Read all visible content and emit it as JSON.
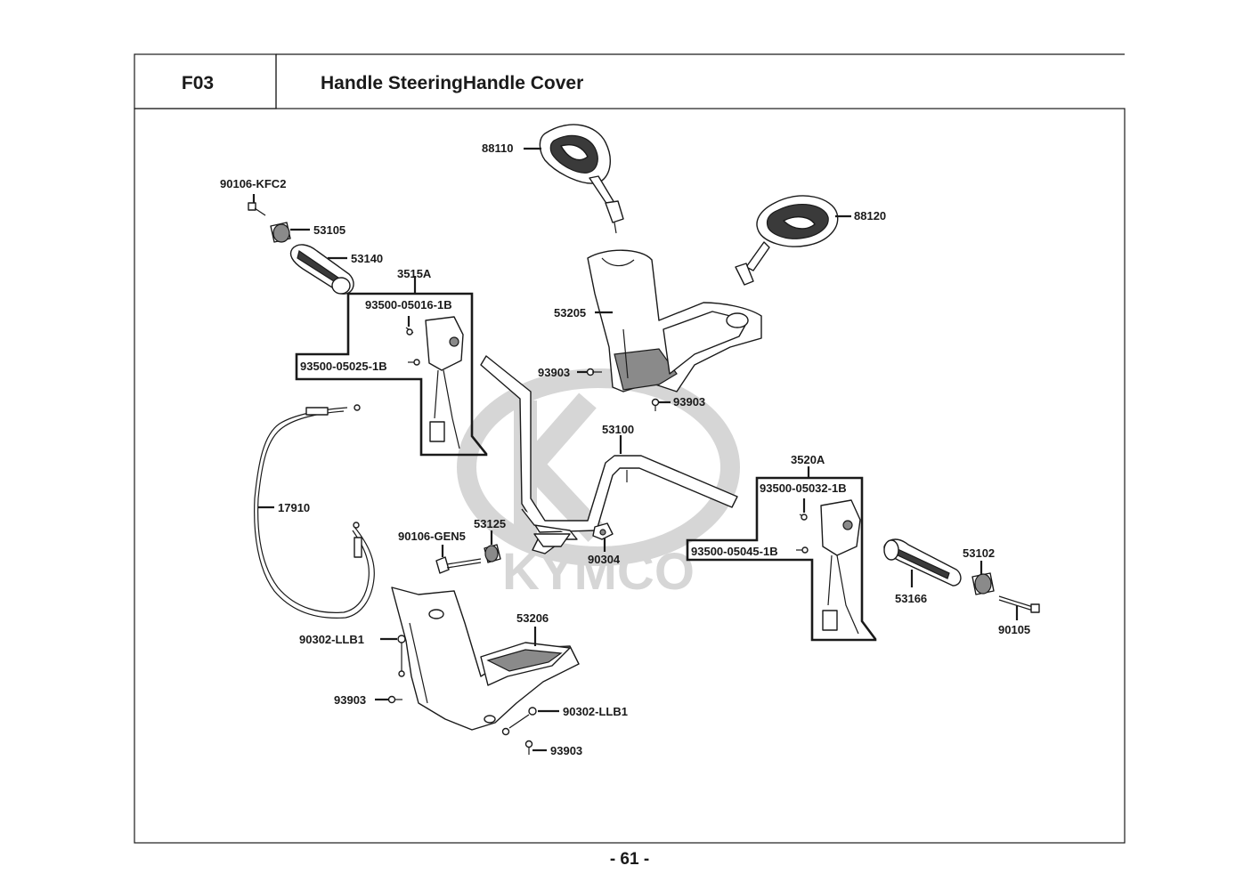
{
  "header": {
    "code": "F03",
    "title": "Handle SteeringHandle Cover"
  },
  "page_number": "- 61 -",
  "watermark": {
    "brand": "KYMCO"
  },
  "parts": {
    "p88110": "88110",
    "p88120": "88120",
    "p90106_kfc2": "90106-KFC2",
    "p53105": "53105",
    "p53140": "53140",
    "p3515a": "3515A",
    "p93500_05016": "93500-05016-1B",
    "p93500_05025": "93500-05025-1B",
    "p53205": "53205",
    "p93903_a": "93903",
    "p93903_b": "93903",
    "p53100": "53100",
    "p3520a": "3520A",
    "p93500_05032": "93500-05032-1B",
    "p93500_05045": "93500-05045-1B",
    "p17910": "17910",
    "p90106_gen5": "90106-GEN5",
    "p53125": "53125",
    "p90304": "90304",
    "p53102": "53102",
    "p53166": "53166",
    "p90105": "90105",
    "p53206": "53206",
    "p90302_llb1_a": "90302-LLB1",
    "p93903_c": "93903",
    "p90302_llb1_b": "90302-LLB1",
    "p93903_d": "93903"
  }
}
